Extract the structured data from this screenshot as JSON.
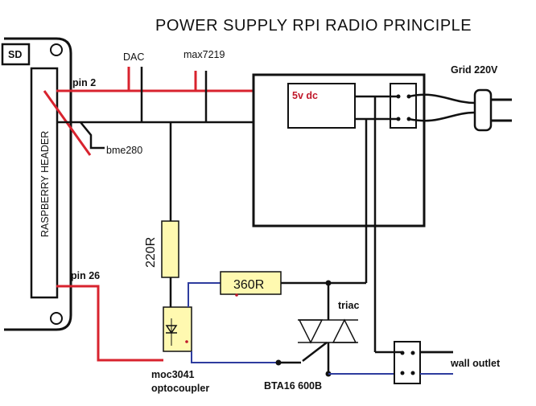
{
  "title": "POWER SUPPLY RPI RADIO PRINCIPLE",
  "labels": {
    "sd": "SD",
    "header": "RASPBERRY HEADER",
    "pin2": "pin 2",
    "pin26": "pin 26",
    "dac": "DAC",
    "max7219": "max7219",
    "bme280": "bme280",
    "psu": "5v dc",
    "grid": "Grid 220V",
    "r220": "220R",
    "r360": "360R",
    "triac": "triac",
    "bta": "BTA16 600B",
    "moc": "moc3041",
    "opto": "optocoupler",
    "outlet": "wall outlet"
  },
  "colors": {
    "wire_red": "#d8232e",
    "wire_black": "#111111",
    "wire_blue": "#2e3c9e",
    "resistor_fill": "#fff9b0"
  }
}
